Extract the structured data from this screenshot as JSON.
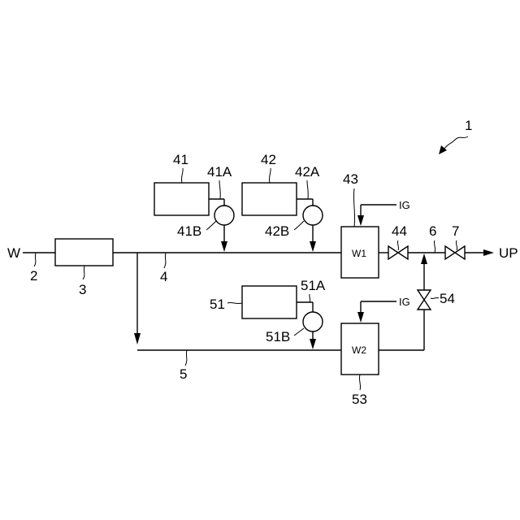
{
  "figure": {
    "system_label": "1",
    "inputs": {
      "water_in": "W",
      "ignition_1": "IG",
      "ignition_2": "IG",
      "output": "UP"
    },
    "blocks": {
      "tank_41": "41",
      "tank_42": "42",
      "tank_51": "51",
      "unit_3": "3",
      "unit_43": "43",
      "unit_53": "53",
      "w1_inner": "W1",
      "w2_inner": "W2"
    },
    "pumps": {
      "p41a": "41A",
      "p41b": "41B",
      "p42a": "42A",
      "p42b": "42B",
      "p51a": "51A",
      "p51b": "51B"
    },
    "lines": {
      "l2": "2",
      "l4": "4",
      "l5": "5",
      "l6": "6"
    },
    "valves": {
      "v44": "44",
      "v7": "7",
      "v54": "54"
    }
  }
}
